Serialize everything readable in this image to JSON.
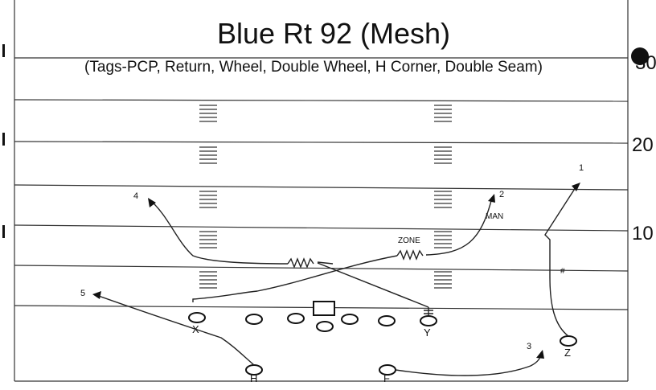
{
  "diagram": {
    "title": "Blue Rt 92 (Mesh)",
    "subtitle": "(Tags-PCP, Return, Wheel, Double Wheel, H Corner, Double Seam)",
    "yard_numbers": {
      "right_top": "30",
      "right_mid": "20",
      "right_low": "10"
    },
    "route_numbers": [
      "1",
      "2",
      "3",
      "4",
      "5"
    ],
    "tags": {
      "zone": "ZONE",
      "man": "MAN",
      "hash_mark": "#"
    },
    "players": {
      "x": "X",
      "y": "Y",
      "z": "Z",
      "h": "H",
      "f": "F"
    }
  }
}
